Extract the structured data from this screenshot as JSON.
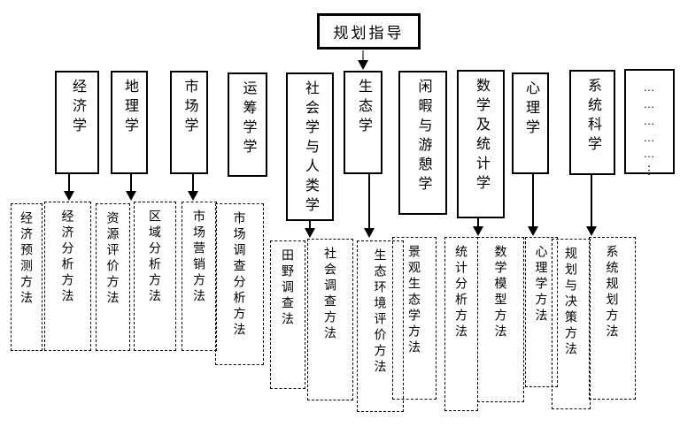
{
  "title": {
    "label": "规划指导"
  },
  "disciplines": [
    {
      "id": "economics",
      "label": "经济学"
    },
    {
      "id": "geography",
      "label": "地理学"
    },
    {
      "id": "market-studies",
      "label": "市场学"
    },
    {
      "id": "operations-research",
      "label": "运筹学学"
    },
    {
      "id": "sociology-anthropology",
      "label": "社会学与人类学"
    },
    {
      "id": "ecology",
      "label": "生态学"
    },
    {
      "id": "leisure-recreation",
      "label": "闲暇与游憩学"
    },
    {
      "id": "math-statistics",
      "label": "数学及统计学"
    },
    {
      "id": "psychology",
      "label": "心理学"
    },
    {
      "id": "systems-science",
      "label": "系统科学"
    }
  ],
  "ellipsis_box": {
    "lines": [
      "…",
      "…",
      "…",
      "…",
      "…",
      "⋮"
    ]
  },
  "methods": [
    {
      "id": "economic-forecasting",
      "label": "经济预测方法"
    },
    {
      "id": "economic-analysis",
      "label": "经济分析方法"
    },
    {
      "id": "resource-evaluation",
      "label": "资源评价方法"
    },
    {
      "id": "regional-analysis",
      "label": "区域分析方法"
    },
    {
      "id": "marketing-methods",
      "label": "市场营销方法"
    },
    {
      "id": "market-survey-analysis",
      "label": "市场调查分析方法"
    },
    {
      "id": "field-survey",
      "label": "田野调查法"
    },
    {
      "id": "social-survey",
      "label": "社会调查方法"
    },
    {
      "id": "eco-environment-evaluation",
      "label": "生态环境评价方法"
    },
    {
      "id": "landscape-ecology",
      "label": "景观生态学方法"
    },
    {
      "id": "statistical-analysis",
      "label": "统计分析方法"
    },
    {
      "id": "math-modeling",
      "label": "数学模型方法"
    },
    {
      "id": "psychology-methods",
      "label": "心理学方法"
    },
    {
      "id": "planning-decision",
      "label": "规划与决策方法"
    },
    {
      "id": "systems-planning",
      "label": "系统规划方法"
    }
  ],
  "colors": {
    "line": "#000000",
    "background": "#ffffff",
    "top_arrow_stem": "#7a7a7a"
  }
}
